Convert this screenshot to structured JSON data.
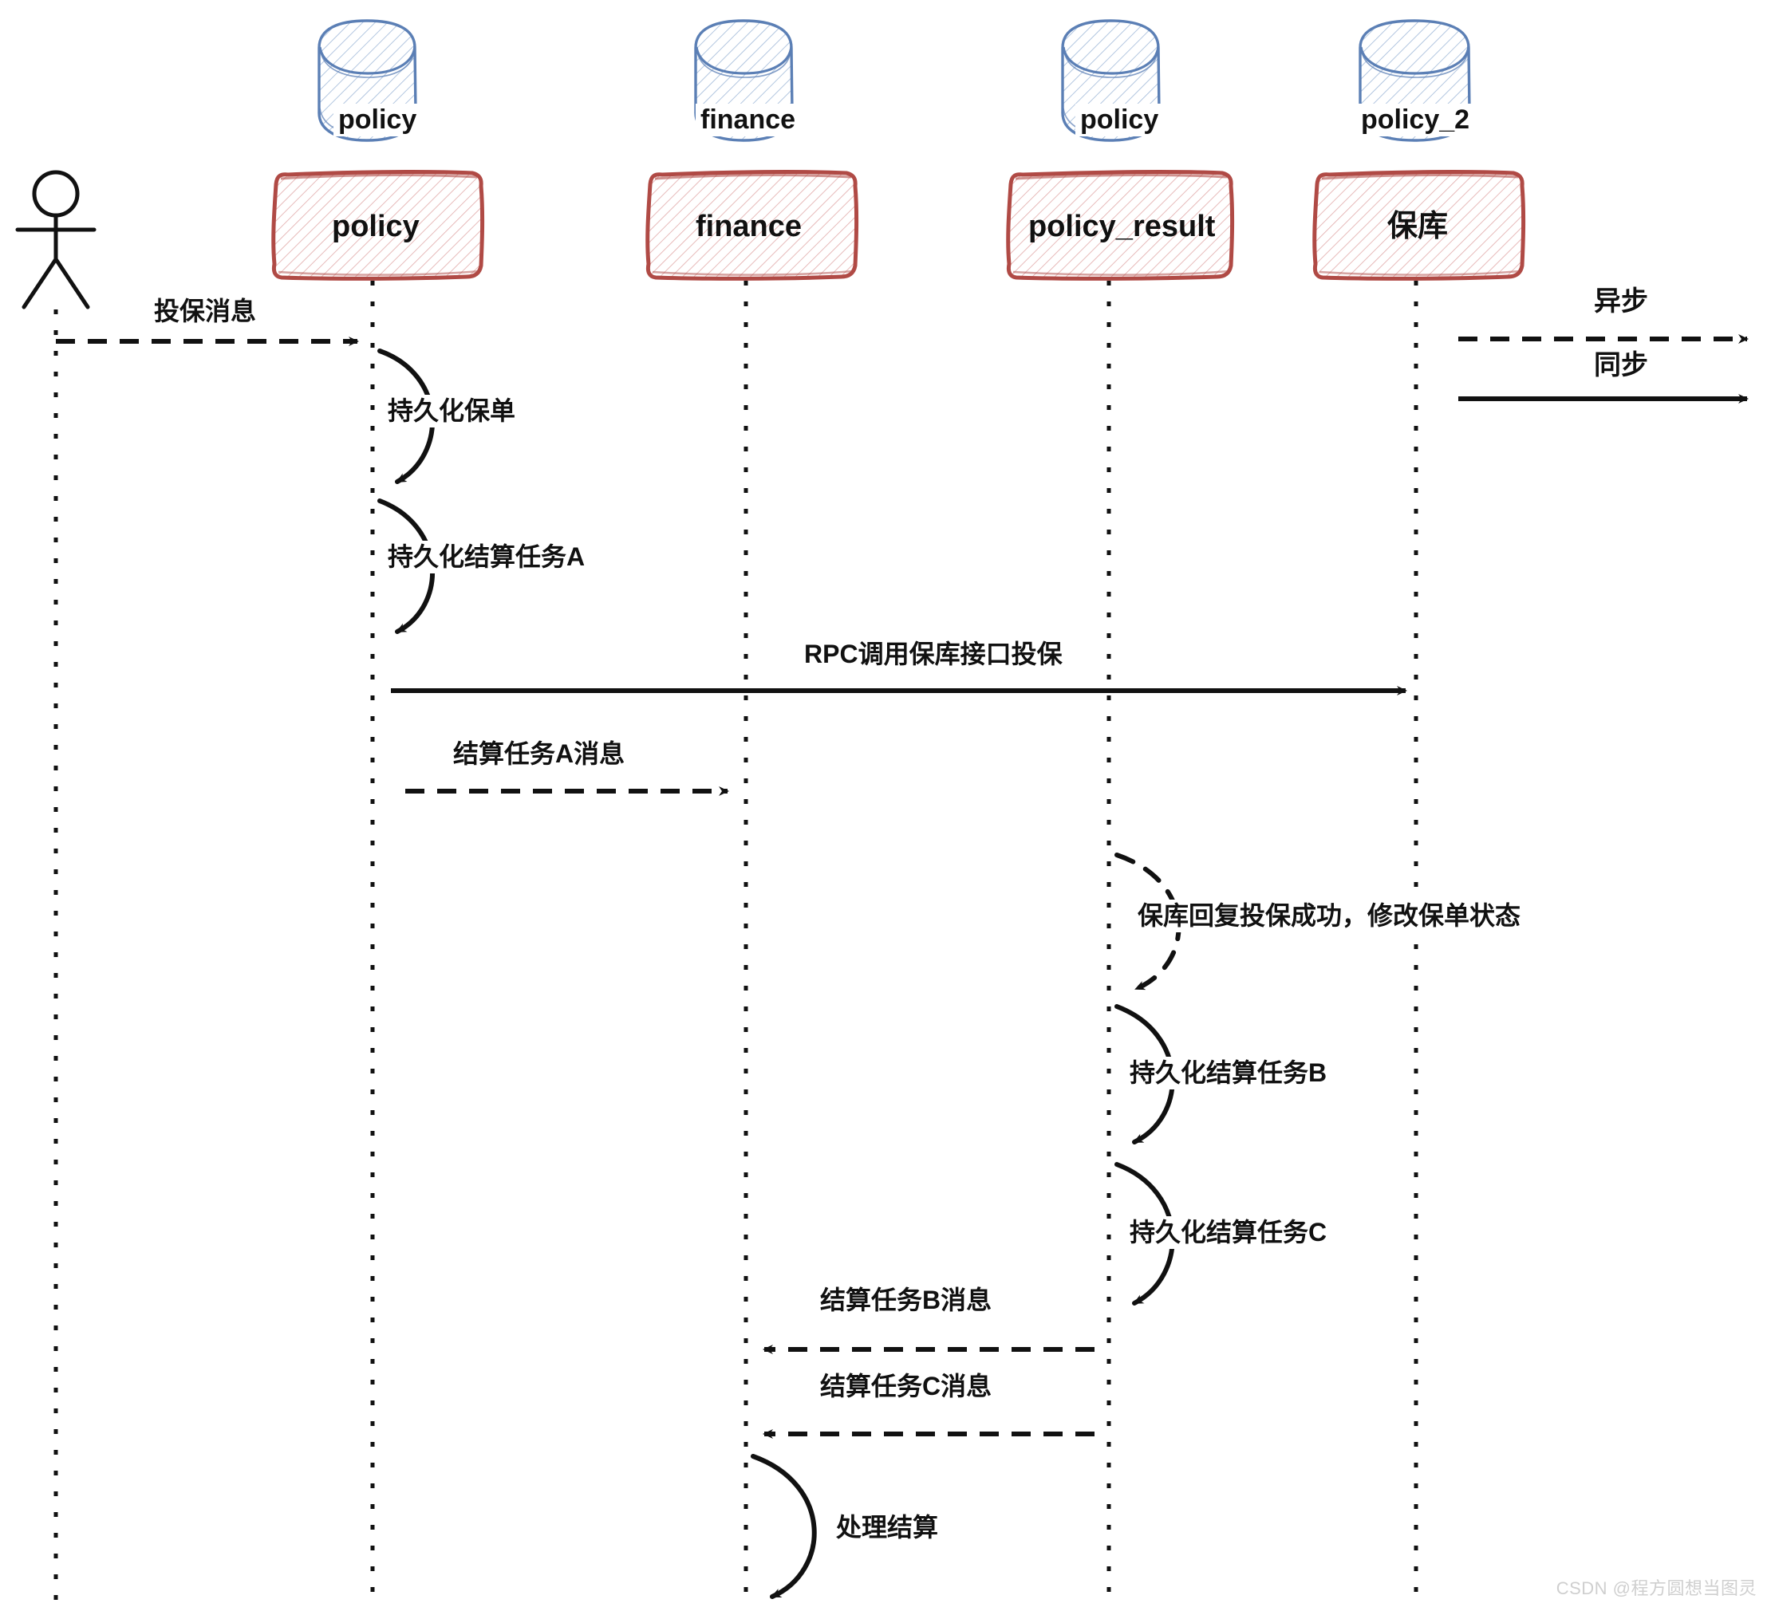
{
  "diagram": {
    "type": "sequence-diagram",
    "style": "hand-drawn",
    "colors": {
      "database_stroke": "#5b7fb5",
      "database_fill": "#eef3fa",
      "participant_stroke": "#b04a45",
      "participant_fill": "#fbeeee",
      "line": "#111111",
      "lifeline": "#111111",
      "watermark": "#cfcfcf"
    }
  },
  "actor": {
    "name": "actor",
    "shape": "stick-figure"
  },
  "databases": [
    {
      "label": "policy",
      "participant": "policy"
    },
    {
      "label": "finance",
      "participant": "finance"
    },
    {
      "label": "policy",
      "participant": "policy_result"
    },
    {
      "label": "policy_2",
      "participant": "baoku"
    }
  ],
  "participants": [
    {
      "id": "actor",
      "label": ""
    },
    {
      "id": "policy",
      "label": "policy"
    },
    {
      "id": "finance",
      "label": "finance"
    },
    {
      "id": "policy_result",
      "label": "policy_result"
    },
    {
      "id": "baoku",
      "label": "保库"
    }
  ],
  "legend": [
    {
      "label": "异步",
      "style": "dashed"
    },
    {
      "label": "同步",
      "style": "solid"
    }
  ],
  "messages": [
    {
      "label": "投保消息",
      "from": "actor",
      "to": "policy",
      "style": "dashed",
      "kind": "arrow"
    },
    {
      "label": "持久化保单",
      "from": "policy",
      "to": "policy",
      "style": "solid",
      "kind": "self-loop"
    },
    {
      "label": "持久化结算任务A",
      "from": "policy",
      "to": "policy",
      "style": "solid",
      "kind": "self-loop"
    },
    {
      "label": "RPC调用保库接口投保",
      "from": "policy",
      "to": "baoku",
      "style": "solid",
      "kind": "arrow"
    },
    {
      "label": "结算任务A消息",
      "from": "policy",
      "to": "finance",
      "style": "dashed",
      "kind": "arrow"
    },
    {
      "label": "保库回复投保成功，修改保单状态",
      "from": "policy_result",
      "to": "policy_result",
      "style": "dashed",
      "kind": "self-loop"
    },
    {
      "label": "持久化结算任务B",
      "from": "policy_result",
      "to": "policy_result",
      "style": "solid",
      "kind": "self-loop"
    },
    {
      "label": "持久化结算任务C",
      "from": "policy_result",
      "to": "policy_result",
      "style": "solid",
      "kind": "self-loop"
    },
    {
      "label": "结算任务B消息",
      "from": "policy_result",
      "to": "finance",
      "style": "dashed",
      "kind": "arrow"
    },
    {
      "label": "结算任务C消息",
      "from": "policy_result",
      "to": "finance",
      "style": "dashed",
      "kind": "arrow"
    },
    {
      "label": "处理结算",
      "from": "finance",
      "to": "finance",
      "style": "solid",
      "kind": "self-loop"
    }
  ],
  "watermark": {
    "text": "CSDN @程方圆想当图灵"
  }
}
